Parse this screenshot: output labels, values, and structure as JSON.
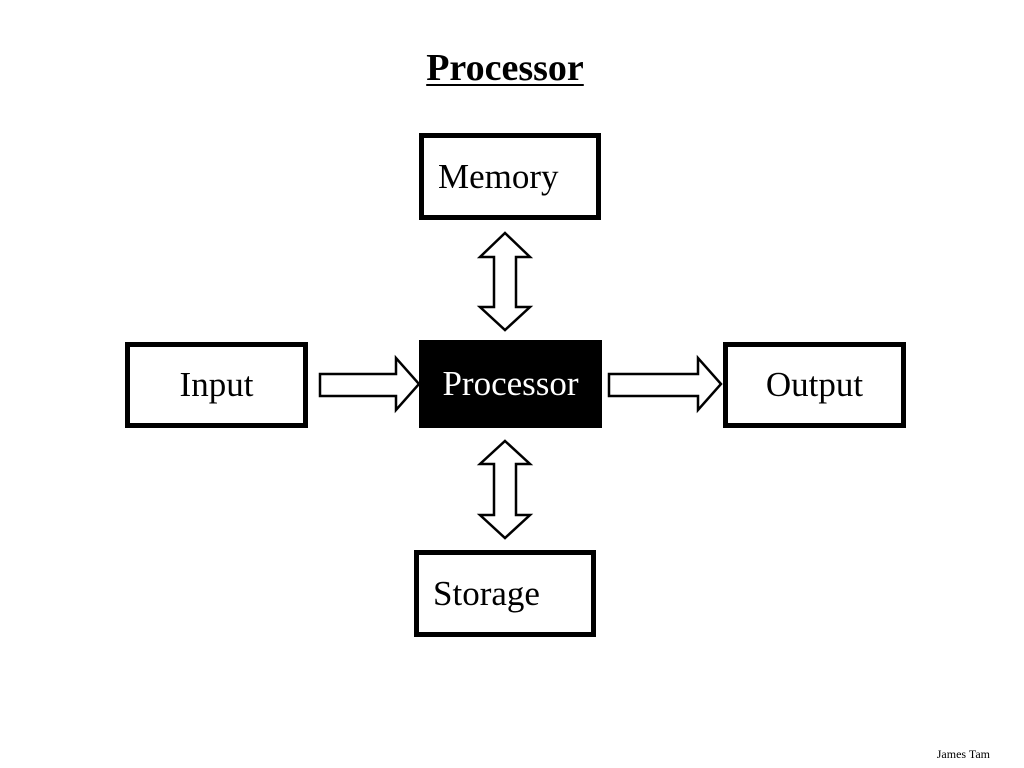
{
  "title": "Processor",
  "boxes": {
    "memory": "Memory",
    "input": "Input",
    "processor": "Processor",
    "output": "Output",
    "storage": "Storage"
  },
  "footer": "James Tam"
}
